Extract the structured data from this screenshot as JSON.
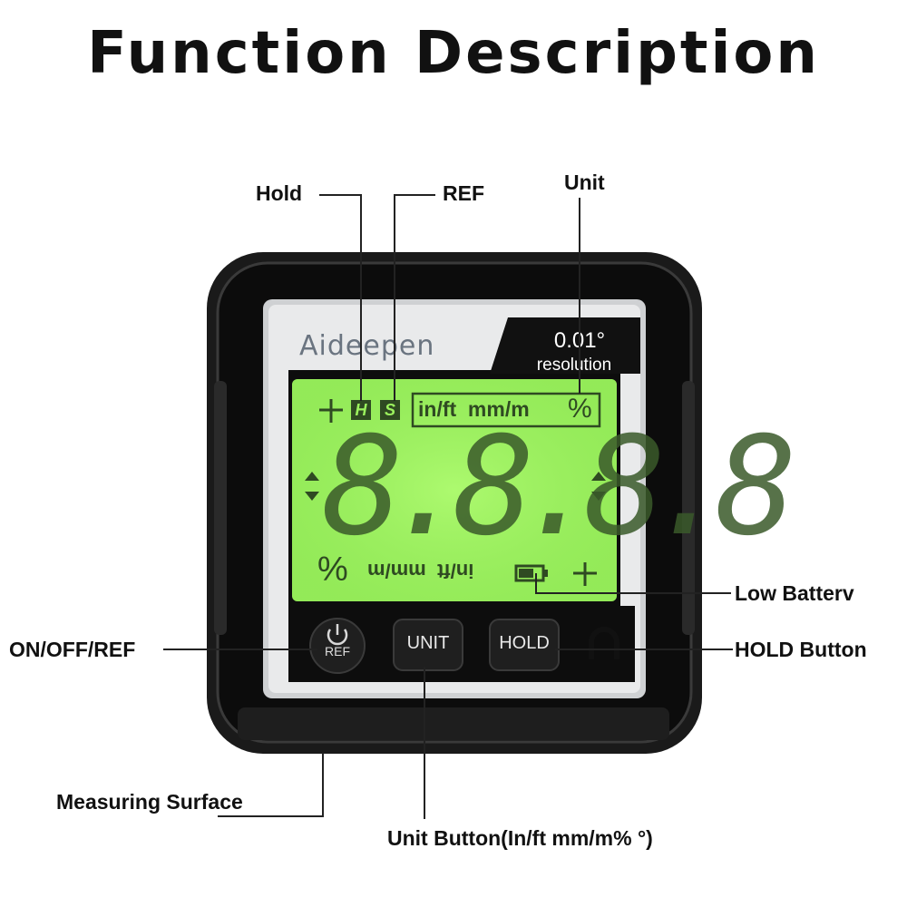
{
  "title": "Function Description",
  "callouts": {
    "hold": "Hold",
    "ref": "REF",
    "unit": "Unit",
    "low_battery": "Low Batterv",
    "on_off_ref": "ON/OFF/REF",
    "hold_button": "HOLD Button",
    "measuring_surface": "Measuring Surface",
    "unit_button": "Unit Button(In/ft mm/m% °)"
  },
  "device": {
    "brand": "Aideepen",
    "resolution_value": "0.01°",
    "resolution_label": "resolution",
    "lcd": {
      "hold_symbol": "H",
      "ref_symbol": "S",
      "top_units": "in/ft  mm/m",
      "top_percent": "%",
      "digits": "8.8.8.8",
      "bottom_units": "in/ft  mm/m",
      "bottom_percent": "%",
      "lcd_color": "#9cf25e"
    },
    "buttons": {
      "power_label": "REF",
      "unit_label": "UNIT",
      "hold_label": "HOLD"
    }
  },
  "icons": {
    "power": "power-icon",
    "magnet": "magnet-icon",
    "battery": "battery-icon",
    "level": "level-icon",
    "arrows": "up-down-arrow-icon"
  }
}
